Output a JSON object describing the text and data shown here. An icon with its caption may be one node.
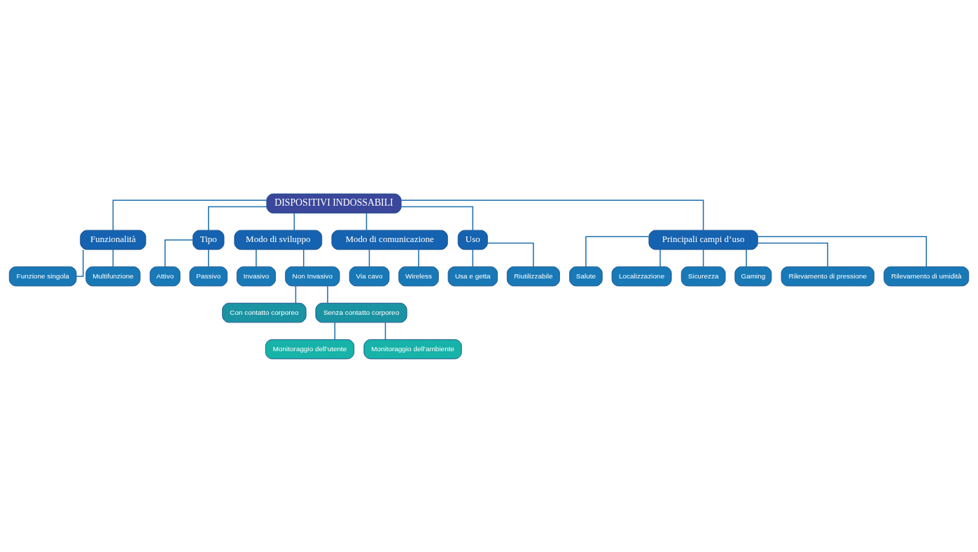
{
  "diagram": {
    "nodes": [
      {
        "text": [
          "DISPOSITIVI INDOSSABILI"
        ]
      },
      {
        "text": [
          "Funzionalità"
        ]
      },
      {
        "text": [
          "Tipo"
        ]
      },
      {
        "text": [
          "Modo di sviluppo"
        ]
      },
      {
        "text": [
          "Modo di comunicazione"
        ]
      },
      {
        "text": [
          "Uso"
        ]
      },
      {
        "text": [
          "Principali campi d’uso"
        ]
      },
      {
        "text": [
          "Funzione singola"
        ]
      },
      {
        "text": [
          "Multifunzione"
        ]
      },
      {
        "text": [
          "Attivo"
        ]
      },
      {
        "text": [
          "Passivo"
        ]
      },
      {
        "text": [
          "Invasivo"
        ]
      },
      {
        "text": [
          "Non Invasivo"
        ]
      },
      {
        "text": [
          "Con contatto corporeo"
        ]
      },
      {
        "text": [
          "Senza contatto corporeo"
        ]
      },
      {
        "text": [
          "Monitoraggio dell’utente"
        ]
      },
      {
        "text": [
          "Monitoraggio dell’ambiente"
        ]
      },
      {
        "text": [
          "Via cavo"
        ]
      },
      {
        "text": [
          "Wireless"
        ]
      },
      {
        "text": [
          "Usa e getta"
        ]
      },
      {
        "text": [
          "Riutilizzabile"
        ]
      },
      {
        "text": [
          "Salute"
        ]
      },
      {
        "text": [
          "Localizzazione"
        ]
      },
      {
        "text": [
          "Sicurezza"
        ]
      },
      {
        "text": [
          "Gaming"
        ]
      },
      {
        "text": [
          "Rilevamento di pressione"
        ]
      },
      {
        "text": [
          "Rilevamento di umidità"
        ]
      }
    ],
    "edges": [
      {
        "from": 0,
        "to": 1,
        "arrow": "none"
      },
      {
        "from": 0,
        "to": 2,
        "arrow": "none"
      },
      {
        "from": 0,
        "to": 3,
        "arrow": "none"
      },
      {
        "from": 0,
        "to": 4,
        "arrow": "none"
      },
      {
        "from": 0,
        "to": 5,
        "arrow": "none"
      },
      {
        "from": 0,
        "to": 6,
        "arrow": "none"
      },
      {
        "from": 1,
        "to": 7,
        "arrow": "none"
      },
      {
        "from": 1,
        "to": 8,
        "arrow": "none"
      },
      {
        "from": 2,
        "to": 9,
        "arrow": "none"
      },
      {
        "from": 2,
        "to": 10,
        "arrow": "none"
      },
      {
        "from": 3,
        "to": 11,
        "arrow": "none"
      },
      {
        "from": 3,
        "to": 12,
        "arrow": "none"
      },
      {
        "from": 12,
        "to": 13,
        "arrow": "none"
      },
      {
        "from": 12,
        "to": 14,
        "arrow": "none"
      },
      {
        "from": 14,
        "to": 15,
        "arrow": "none"
      },
      {
        "from": 14,
        "to": 16,
        "arrow": "none"
      },
      {
        "from": 4,
        "to": 17,
        "arrow": "none"
      },
      {
        "from": 4,
        "to": 18,
        "arrow": "none"
      },
      {
        "from": 5,
        "to": 19,
        "arrow": "none"
      },
      {
        "from": 5,
        "to": 20,
        "arrow": "none"
      },
      {
        "from": 6,
        "to": 21,
        "arrow": "none"
      },
      {
        "from": 6,
        "to": 22,
        "arrow": "none"
      },
      {
        "from": 6,
        "to": 23,
        "arrow": "none"
      },
      {
        "from": 6,
        "to": 24,
        "arrow": "none"
      },
      {
        "from": 6,
        "to": 25,
        "arrow": "none"
      },
      {
        "from": 6,
        "to": 26,
        "arrow": "none"
      }
    ]
  }
}
